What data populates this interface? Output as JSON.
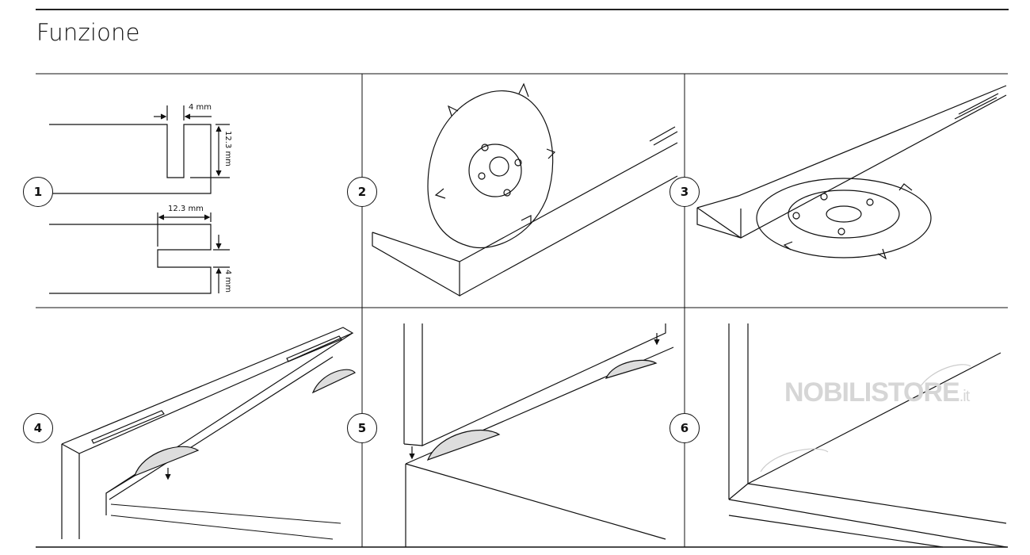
{
  "section_title": "Funzione",
  "steps": [
    "1",
    "2",
    "3",
    "4",
    "5",
    "6"
  ],
  "dimensions": {
    "slot_width": "4 mm",
    "slot_depth": "12.3 mm",
    "slot_depth_side": "12.3 mm",
    "slot_width_side": "4 mm"
  },
  "watermark": {
    "brand": "NOBILISTORE",
    "suffix": ".it"
  }
}
